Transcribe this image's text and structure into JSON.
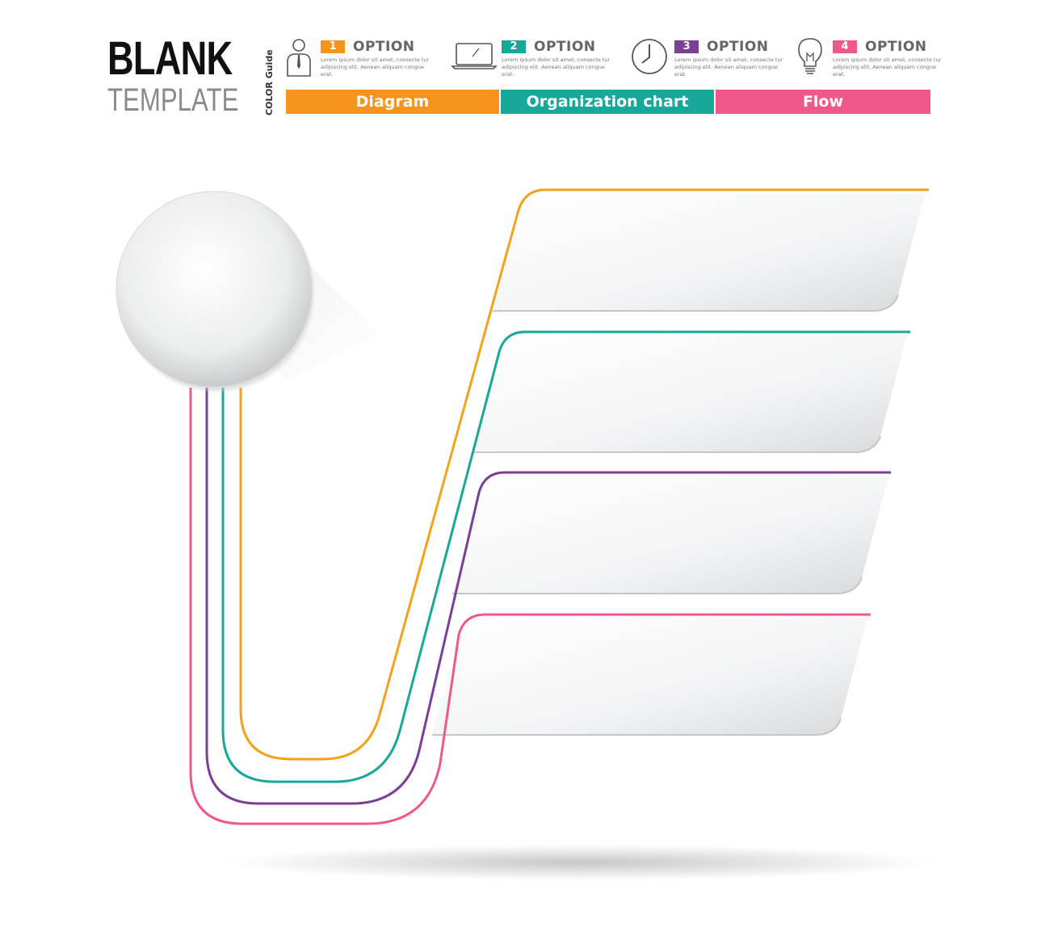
{
  "header": {
    "title_line1": "BLANK",
    "title_line2": "TEMPLATE",
    "color_guide_label": "COLOR Guide"
  },
  "options": [
    {
      "number": "1",
      "label": "OPTION",
      "icon": "person-icon",
      "color": "#f7941d",
      "text": "Lorem ipsum dolor sit amet, consecte tur adipiscing elit. Aenean aliquam congue erat."
    },
    {
      "number": "2",
      "label": "OPTION",
      "icon": "laptop-icon",
      "color": "#17a89a",
      "text": "Lorem ipsum dolor sit amet, consecte tur adipiscing elit. Aenean aliquam congue erat."
    },
    {
      "number": "3",
      "label": "OPTION",
      "icon": "clock-icon",
      "color": "#7b3f98",
      "text": "Lorem ipsum dolor sit amet, consecte tur adipiscing elit. Aenean aliquam congue erat."
    },
    {
      "number": "4",
      "label": "OPTION",
      "icon": "lightbulb-icon",
      "color": "#f0588a",
      "text": "Lorem ipsum dolor sit amet, consecte tur adipiscing elit. Aenean aliquam congue erat."
    }
  ],
  "categories": [
    {
      "label": "Diagram",
      "color": "#f7941d"
    },
    {
      "label": "Organization chart",
      "color": "#17a89a"
    },
    {
      "label": "Flow",
      "color": "#f0588a"
    }
  ],
  "colors": {
    "orange": "#f4a21c",
    "teal": "#17a89a",
    "purple": "#7b3f98",
    "pink": "#f0588a"
  }
}
